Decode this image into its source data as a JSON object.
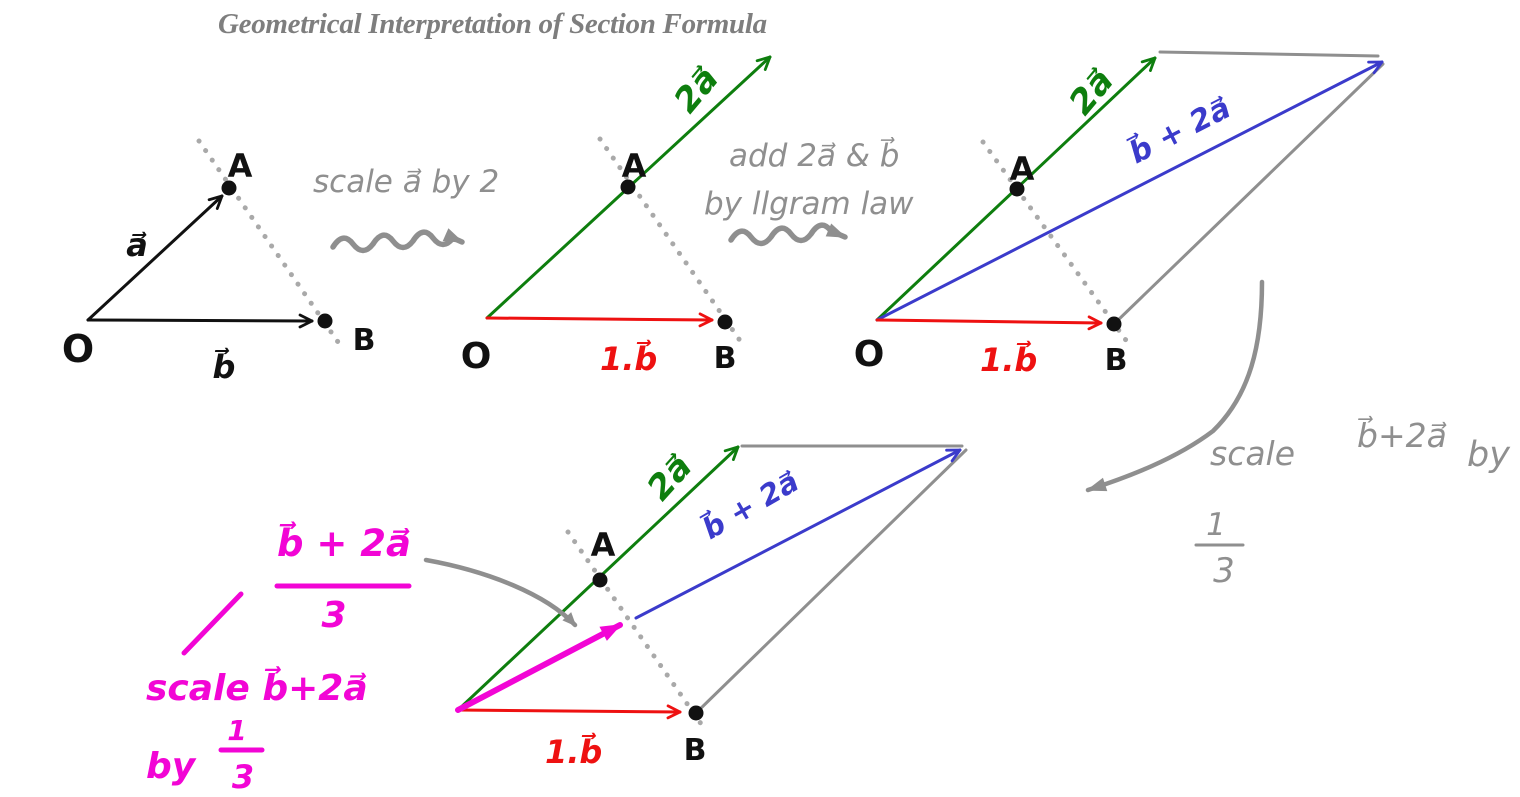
{
  "title": {
    "text": "Geometrical Interpretation of Section Formula"
  },
  "colors": {
    "ink": "#111111",
    "gray": "#8f8f8f",
    "dotted": "#a9a9a9",
    "green": "#0e7e0e",
    "red": "#ee1111",
    "blue": "#3b3bcb",
    "magenta": "#f205d5",
    "title": "#7e7e7e"
  },
  "diagram1": {
    "o": "O",
    "a": "A",
    "b": "B",
    "vec_a": "a⃗",
    "vec_b": "b⃗"
  },
  "step1": {
    "caption": "scale a⃗ by 2"
  },
  "diagram2": {
    "o": "O",
    "a": "A",
    "b": "B",
    "vec_2a": "2a⃗",
    "vec_1b": "1.b⃗"
  },
  "step2": {
    "caption_line1": "add 2a⃗ & b⃗",
    "caption_line2": "by llgram law"
  },
  "diagram3": {
    "o": "O",
    "a": "A",
    "b": "B",
    "vec_2a": "2a⃗",
    "vec_1b": "1.b⃗",
    "vec_sum": "b⃗ + 2a⃗"
  },
  "step3": {
    "scale_word": "scale",
    "vector": "b⃗+2a⃗",
    "by_word": "by",
    "fraction_numerator": "1",
    "fraction_denominator": "3"
  },
  "diagram4": {
    "a": "A",
    "b": "B",
    "vec_2a": "2a⃗",
    "vec_1b": "1.b⃗",
    "vec_sum": "b⃗ + 2a⃗"
  },
  "note": {
    "fraction_numerator": "b⃗ + 2a⃗",
    "fraction_denominator": "3",
    "scale_line": "scale b⃗+2a⃗",
    "by_word": "by",
    "fraction2_numerator": "1",
    "fraction2_denominator": "3"
  }
}
